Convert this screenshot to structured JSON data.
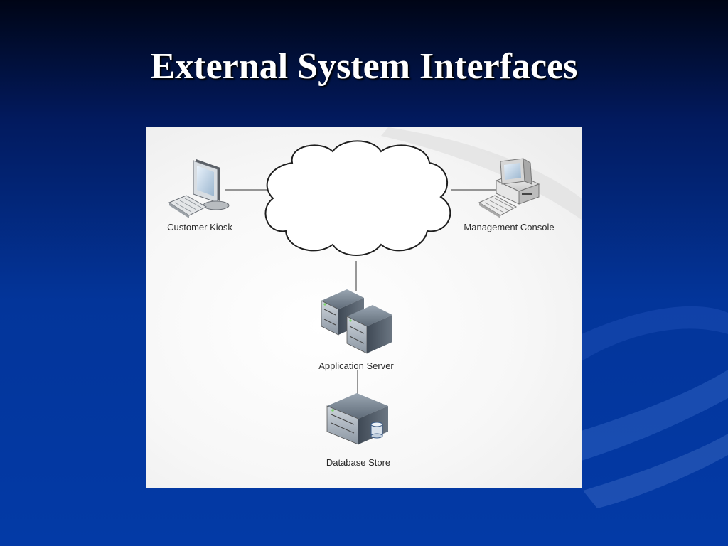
{
  "slide": {
    "title": "External System Interfaces"
  },
  "diagram": {
    "nodes": {
      "customer_kiosk": "Customer Kiosk",
      "management_console": "Management Console",
      "application_server": "Application Server",
      "database_store": "Database Store"
    },
    "connections": [
      [
        "customer_kiosk",
        "network_cloud"
      ],
      [
        "management_console",
        "network_cloud"
      ],
      [
        "network_cloud",
        "application_server"
      ],
      [
        "application_server",
        "database_store"
      ]
    ]
  },
  "colors": {
    "background_top": "#000516",
    "background_bottom": "#033aa6",
    "panel": "#f4f4f4",
    "title_text": "#ffffff",
    "label_text": "#2a2a2a"
  },
  "icons": [
    "monitor-icon",
    "keyboard-icon",
    "cloud-icon",
    "desktop-pc-icon",
    "server-rack-icon",
    "database-server-icon"
  ]
}
